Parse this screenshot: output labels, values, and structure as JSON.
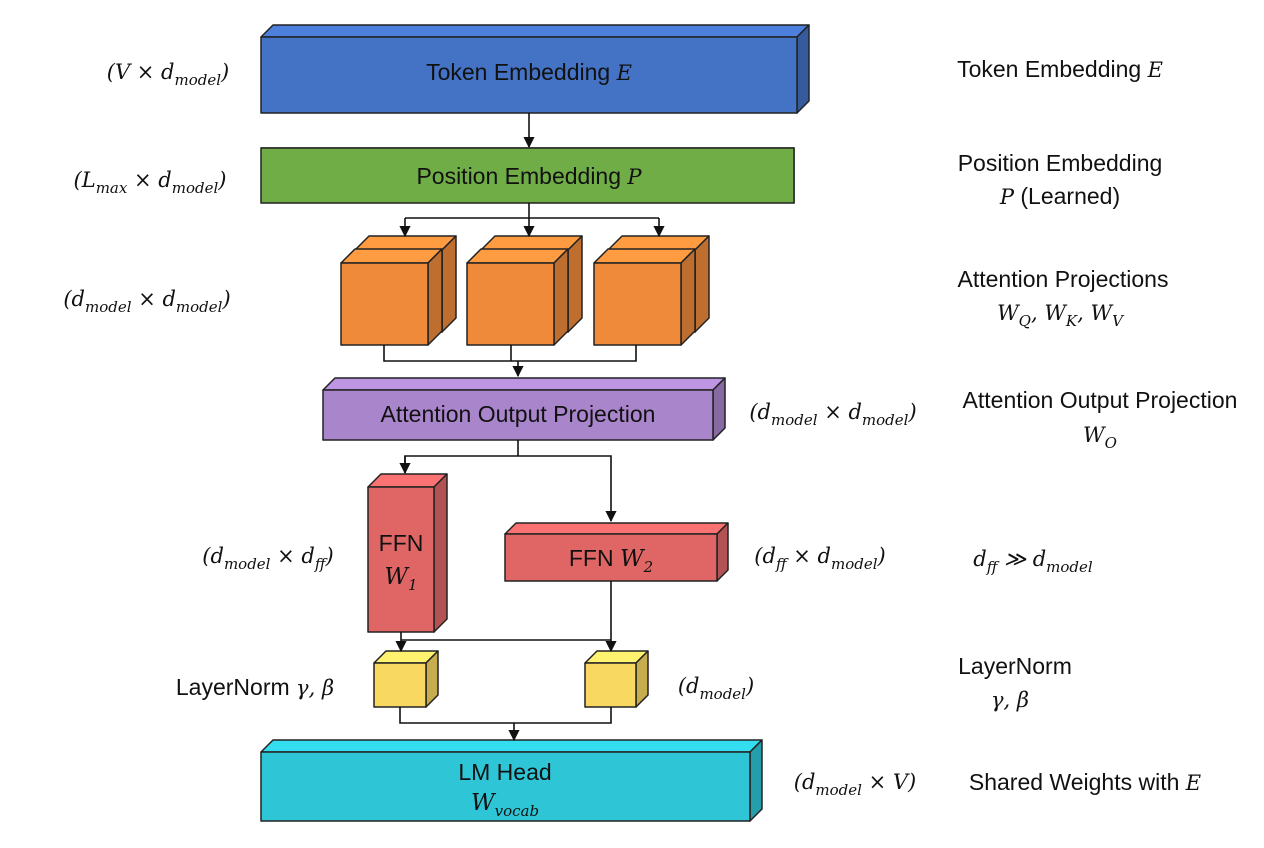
{
  "colors": {
    "token": "#4472c4",
    "position": "#70ad47",
    "projection": "#ee8a3a",
    "output_projection": "#a985cb",
    "ffn": "#e06666",
    "layernorm": "#f9d862",
    "lm_head": "#2ec6d6"
  },
  "blocks": {
    "token": {
      "text": "Token Embedding",
      "math": "E"
    },
    "position": {
      "text": "Position Embedding",
      "math": "P"
    },
    "output_projection": {
      "text": "Attention Output Projection"
    },
    "ffn1": {
      "text": "FFN",
      "math": "W_{1}"
    },
    "ffn2": {
      "text": "FFN",
      "math": "W_{2}"
    },
    "lm_head": {
      "text": "LM Head",
      "math": "W_{vocab}"
    }
  },
  "shapes": {
    "token": "(V × d_{model})",
    "position": "(L_{max} × d_{model})",
    "projections": "(d_{model} × d_{model})",
    "output_projection": "(d_{model} × d_{model})",
    "ffn1": "(d_{model} × d_{ff})",
    "ffn2": "(d_{ff} × d_{model})",
    "layernorm_label": {
      "text": "LayerNorm",
      "math": "γ, β"
    },
    "layernorm": "(d_{model})",
    "lm_head": "(d_{model} × V)"
  },
  "descriptions": {
    "token": {
      "text": "Token Embedding",
      "math": "E"
    },
    "position": {
      "line1": "Position Embedding",
      "math": "P",
      "text2": "(Learned)"
    },
    "projections": {
      "line1": "Attention Projections",
      "math": "W_{Q}, W_{K}, W_{V}"
    },
    "output_projection": {
      "line1": "Attention Output Projection",
      "math": "W_{O}"
    },
    "ffn": {
      "math": "d_{ff} ≫ d_{model}"
    },
    "layernorm": {
      "line1": "LayerNorm",
      "math": "γ, β"
    },
    "lm_head": {
      "text": "Shared Weights with",
      "math": "E"
    }
  }
}
